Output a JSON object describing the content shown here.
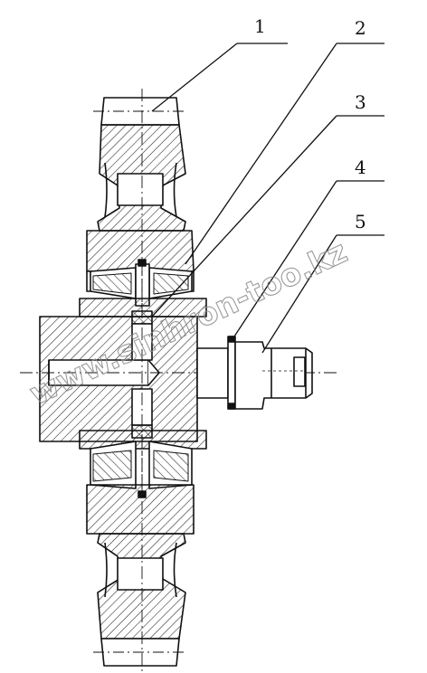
{
  "figure": {
    "callouts": [
      {
        "id": "1",
        "label": "1"
      },
      {
        "id": "2",
        "label": "2"
      },
      {
        "id": "3",
        "label": "3"
      },
      {
        "id": "4",
        "label": "4"
      },
      {
        "id": "5",
        "label": "5"
      }
    ],
    "watermark": "www.sinhron-too.kz"
  },
  "colors": {
    "ink": "#111111",
    "hatch": "#222222",
    "watermark": "#8a8a8a",
    "background": "#ffffff"
  }
}
